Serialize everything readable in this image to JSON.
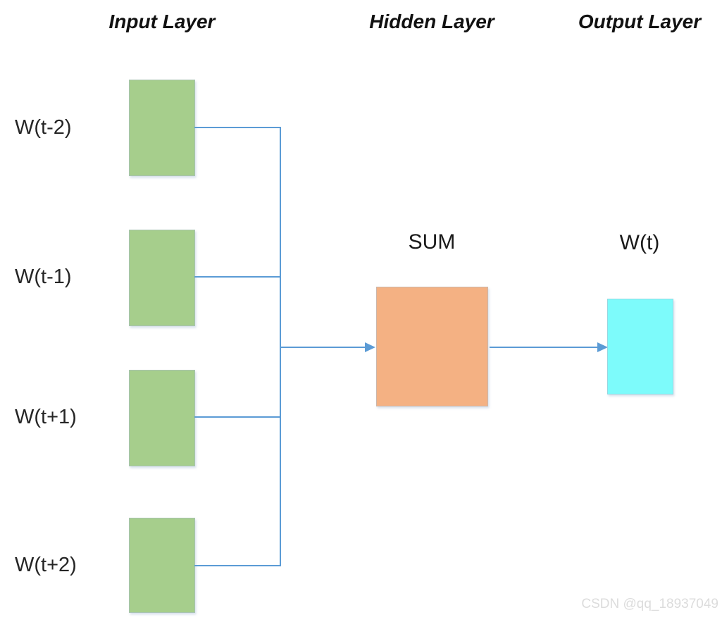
{
  "diagram": {
    "columns": [
      {
        "title": "Input Layer"
      },
      {
        "title": "Hidden Layer"
      },
      {
        "title": "Output Layer"
      }
    ],
    "input_nodes": [
      {
        "label": "W(t-2)"
      },
      {
        "label": "W(t-1)"
      },
      {
        "label": "W(t+1)"
      },
      {
        "label": "W(t+2)"
      }
    ],
    "hidden_node": {
      "label": "SUM"
    },
    "output_node": {
      "label": "W(t)"
    },
    "connections": [
      "W(t-2) -> SUM",
      "W(t-1) -> SUM",
      "W(t+1) -> SUM",
      "W(t+2) -> SUM",
      "SUM -> W(t)"
    ]
  },
  "watermark": "CSDN @qq_18937049",
  "colors": {
    "input-node": "#A6CE8C",
    "hidden-node": "#F4B183",
    "output-node": "#7DFBFB",
    "connector": "#5B9BD5",
    "watermark": "#DCDCDC"
  }
}
